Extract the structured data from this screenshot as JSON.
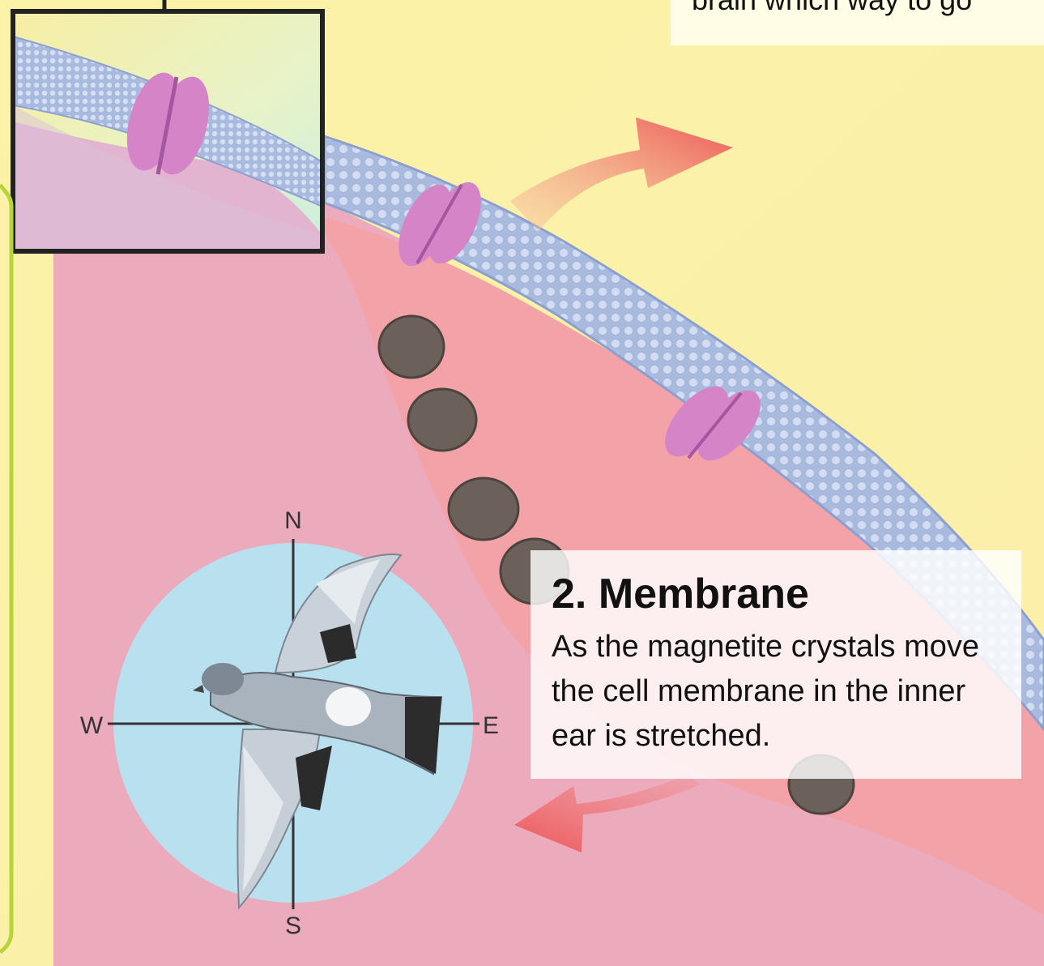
{
  "top_caption": {
    "text": "brain which way to go"
  },
  "callout": {
    "title": "2. Membrane",
    "body": "As the magnetite crystals move the cell membrane in the inner ear is stretched."
  },
  "compass": {
    "north": "N",
    "south": "S",
    "east": "E",
    "west": "W"
  },
  "colors": {
    "background_yellow": "#fbf1a6",
    "cell_pink": "#ecaabd",
    "membrane_blue": "#aebde0",
    "cytoplasm_salmon": "#f2a3a8",
    "channel_purple": "#d585c7",
    "crystal_gray": "#6b615a",
    "arrow_red": "#ec5b5b",
    "compass_blue": "#b9e0ee",
    "frame_green": "#b7d53a"
  }
}
